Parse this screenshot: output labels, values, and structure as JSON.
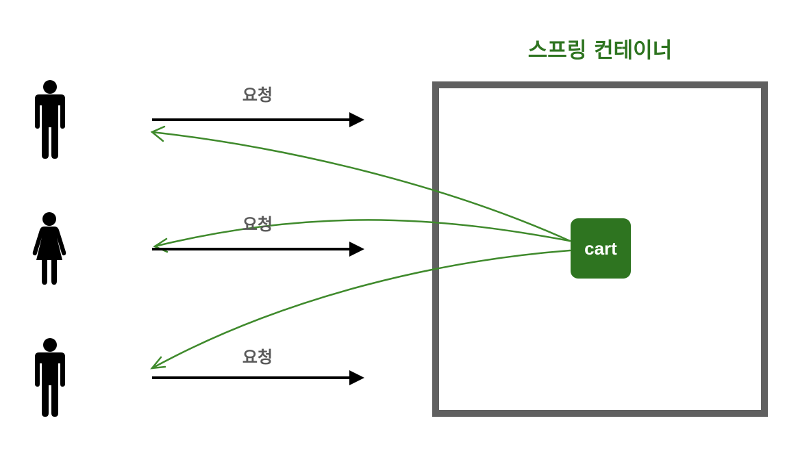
{
  "container": {
    "title": "스프링 컨테이너"
  },
  "bean": {
    "label": "cart"
  },
  "requests": [
    {
      "label": "요청"
    },
    {
      "label": "요청"
    },
    {
      "label": "요청"
    }
  ],
  "users": [
    {
      "icon": "man-icon"
    },
    {
      "icon": "woman-icon"
    },
    {
      "icon": "man-icon"
    }
  ],
  "colors": {
    "title": "#2e7420",
    "bean_fill": "#2e7420",
    "bean_text": "#ffffff",
    "container_border": "#606060",
    "request_arrow": "#000000",
    "request_label": "#595959",
    "response_arrow": "#3f8a2c",
    "person": "#000000"
  }
}
